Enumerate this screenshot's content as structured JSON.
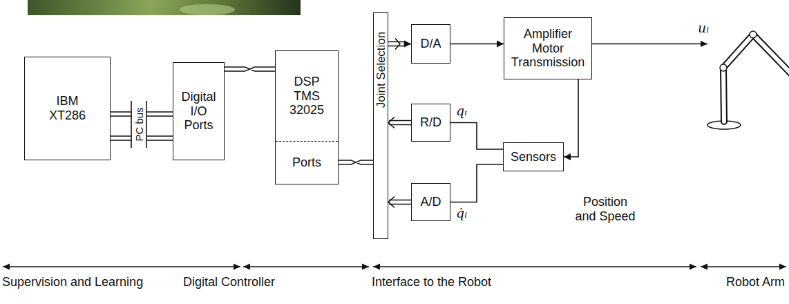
{
  "diagram": {
    "nodes": [
      {
        "text": [
          "IBM XT286"
        ]
      },
      {
        "text": [
          "Digital I/O Ports"
        ]
      },
      {
        "text": [
          "DSP TMS 32025",
          "Ports"
        ]
      },
      {
        "text": [
          "Joint Selection"
        ]
      },
      {
        "text": [
          "D/A"
        ]
      },
      {
        "text": [
          "Amplifier Motor Transmission"
        ]
      },
      {
        "text": [
          "R/D"
        ]
      },
      {
        "text": [
          "A/D"
        ]
      },
      {
        "text": [
          "Sensors"
        ]
      }
    ],
    "edges": [
      {
        "from": 0,
        "to": 1,
        "arrow": "none"
      },
      {
        "from": 1,
        "to": 2,
        "arrow": "none"
      },
      {
        "from": 2,
        "to": 3,
        "arrow": "none"
      },
      {
        "from": 3,
        "to": 4,
        "arrow": "to"
      },
      {
        "from": 4,
        "to": 5,
        "arrow": "to"
      },
      {
        "from": 5,
        "to": 8,
        "arrow": "to"
      },
      {
        "from": 6,
        "to": 3,
        "arrow": "to"
      },
      {
        "from": 7,
        "to": 3,
        "arrow": "to"
      },
      {
        "from": 8,
        "to": 6,
        "arrow": "none"
      },
      {
        "from": 8,
        "to": 7,
        "arrow": "none"
      }
    ],
    "labels": [
      "PC bus",
      "uᵢ",
      "qᵢ",
      "q̇ᵢ",
      "Position and Speed",
      "Supervision and Learning",
      "Digital Controller",
      "Interface to the Robot",
      "Robot Arm"
    ]
  }
}
